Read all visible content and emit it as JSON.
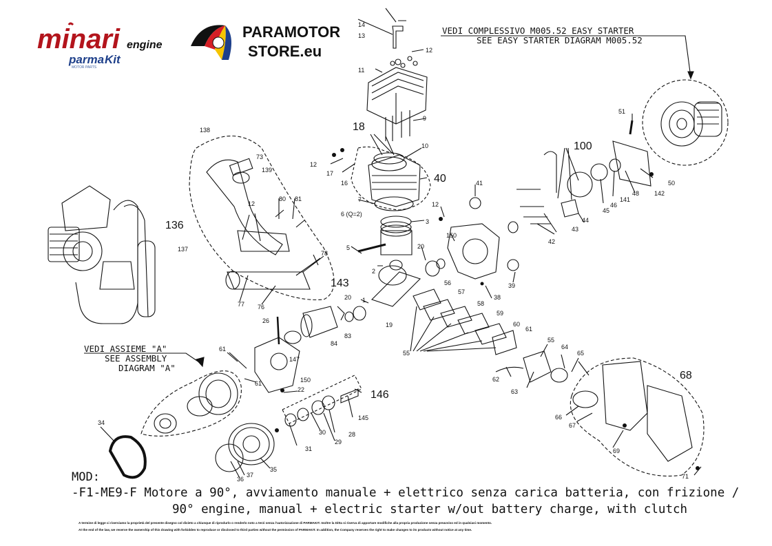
{
  "logos": {
    "minari": "minari",
    "minari_engine": "engine",
    "parmakit": "parmaKit",
    "parmakit_tagline": "MOTOR PARTS",
    "store_line1": "PARAMOTOR",
    "store_line2": "STORE.eu"
  },
  "notes": {
    "easy_starter_it": "VEDI COMPLESSIVO M005.52 EASY STARTER",
    "easy_starter_en": "SEE EASY STARTER DIAGRAM M005.52",
    "assembly_it": "VEDI ASSIEME \"A\"",
    "assembly_en_1": "SEE ASSEMBLY",
    "assembly_en_2": "DIAGRAM \"A\""
  },
  "title": {
    "mod": "MOD:",
    "desc_it": "-F1-ME9-F Motore a 90°, avviamento manuale + elettrico senza carica batteria, con frizione /",
    "desc_en": "90° engine, manual + electric starter w/out battery charge, with clutch"
  },
  "legal": {
    "line1": "A termine di legge ci riserviamo la proprietà del presente disegno col divieto a chiunque di riprodurlo o renderlo noto a terzi senza l'autorizzazione di PARMAKIT. Inoltre la Ditta si riserva di apportare modifiche alla propria produzione senza preavviso ed in qualsiasi momento.",
    "line2": "At the end of the law, we reserve the ownership of this drawing with forbidden to reproduce or disclosed to third parties without the permission of PARMAKIT. In addition, the Company reserves the right to make changes to its products without notice at any time."
  },
  "callouts": [
    "14",
    "13",
    "12",
    "11",
    "9",
    "10",
    "18",
    "12",
    "17",
    "16",
    "40",
    "7",
    "6 (Q=2)",
    "3",
    "2",
    "5",
    "41",
    "12",
    "150",
    "20",
    "143",
    "1",
    "19",
    "20",
    "138",
    "73",
    "139",
    "80",
    "81",
    "12",
    "136",
    "137",
    "78",
    "77",
    "76",
    "26",
    "147",
    "84",
    "83",
    "56",
    "57",
    "58",
    "59",
    "60",
    "61",
    "55",
    "55",
    "62",
    "63",
    "64",
    "65",
    "68",
    "66",
    "67",
    "69",
    "71",
    "39",
    "38",
    "100",
    "51",
    "50",
    "142",
    "48",
    "141",
    "46",
    "45",
    "44",
    "43",
    "42",
    "61",
    "61",
    "150",
    "22",
    "146",
    "145",
    "28",
    "30",
    "29",
    "31",
    "34",
    "36",
    "37",
    "35"
  ]
}
